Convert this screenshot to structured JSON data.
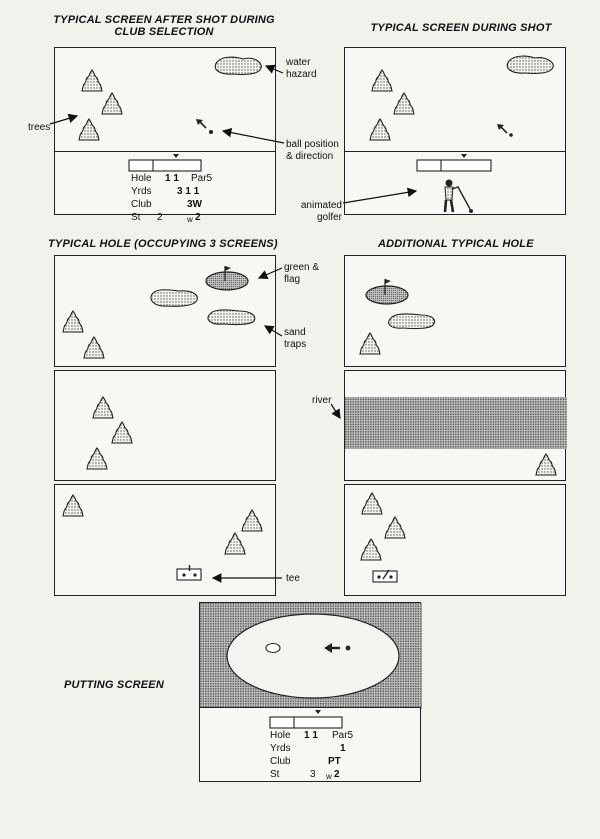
{
  "headings": {
    "after_shot": "TYPICAL SCREEN AFTER SHOT DURING CLUB SELECTION",
    "during_shot": "TYPICAL SCREEN DURING SHOT",
    "typical_hole": "TYPICAL HOLE (OCCUPYING 3 SCREENS)",
    "additional_hole": "ADDITIONAL TYPICAL HOLE",
    "putting": "PUTTING SCREEN"
  },
  "callouts": {
    "water_hazard": "water hazard",
    "trees": "trees",
    "ball_position": "ball position & direction",
    "animated_golfer": "animated golfer",
    "green_flag": "green & flag",
    "sand_traps": "sand traps",
    "river": "river",
    "tee": "tee"
  },
  "status_club_selection": {
    "hole_label": "Hole",
    "hole_value": "1 1",
    "par": "Par5",
    "yards_label": "Yrds",
    "yards_value": "3 1 1",
    "club_label": "Club",
    "club_value": "3W",
    "stroke_label": "St",
    "stroke_value": "2",
    "wind_symbol": "w",
    "wind_value": "2"
  },
  "status_putting": {
    "hole_label": "Hole",
    "hole_value": "1 1",
    "par": "Par5",
    "yards_label": "Yrds",
    "yards_value": "1",
    "club_label": "Club",
    "club_value": "PT",
    "stroke_label": "St",
    "stroke_value": "3",
    "wind_symbol": "w",
    "wind_value": "2"
  },
  "icons": [
    "tree-icon",
    "water-hazard-icon",
    "sand-trap-icon",
    "green-flag-icon",
    "ball-icon",
    "tee-icon",
    "golfer-icon",
    "power-meter-icon",
    "river-icon"
  ],
  "colors": {
    "ink": "#222222",
    "paper": "#f8f7f3",
    "stipple": "#9a9a9a"
  }
}
